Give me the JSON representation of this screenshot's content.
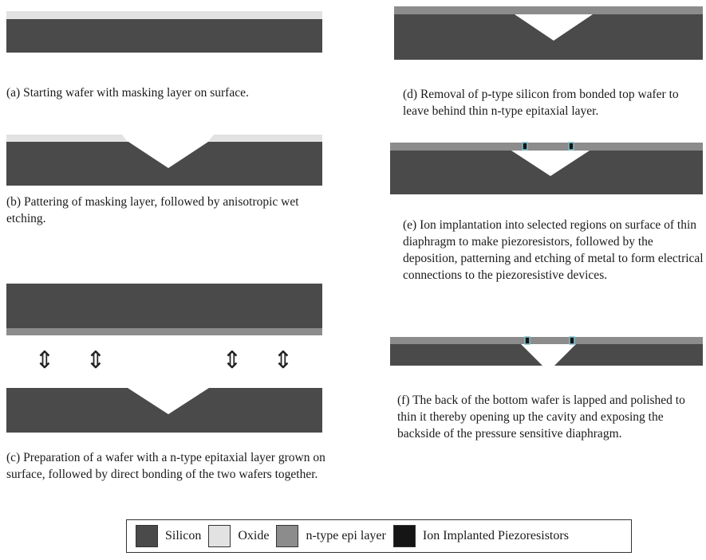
{
  "colors": {
    "silicon": "#4a4a4a",
    "oxide": "#e2e2e2",
    "epi": "#8c8c8c",
    "piezo": "#151515",
    "piezo_outline": "#7fc1cc"
  },
  "captions": {
    "a": "(a) Starting wafer with masking layer on surface.",
    "b": "(b) Pattering of masking layer, followed by anisotropic wet etching.",
    "c": "(c) Preparation of a wafer with a n-type epitaxial layer grown on surface, followed by direct bonding of the two wafers together.",
    "d": "(d)  Removal of p-type silicon from bonded top wafer to leave behind thin n-type epitaxial layer.",
    "e": "(e)  Ion implantation into selected regions on surface of thin diaphragm to make piezoresistors, followed by the deposition, patterning and etching of metal to form electrical connections to the piezoresistive devices.",
    "f": "(f) The back of the bottom wafer is lapped and polished to thin it thereby opening up the cavity and  exposing the backside of the pressure sensitive diaphragm."
  },
  "legend": [
    {
      "label": "Silicon",
      "color": "#4a4a4a"
    },
    {
      "label": "Oxide",
      "color": "#e2e2e2"
    },
    {
      "label": "n-type epi layer",
      "color": "#8c8c8c"
    },
    {
      "label": "Ion Implanted Piezoresistors",
      "color": "#151515"
    }
  ],
  "arrows": {
    "symbol": "⇕",
    "count": 4
  }
}
